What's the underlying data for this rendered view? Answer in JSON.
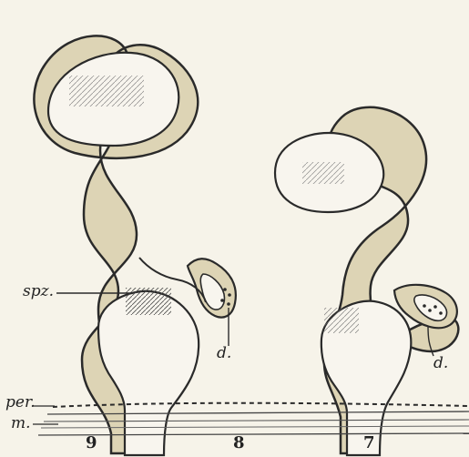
{
  "labels": {
    "spz": "spz.",
    "d_left": "d.",
    "d_right": "d.",
    "per": "per.",
    "m": "m.",
    "n9": "9",
    "n8": "8",
    "n7": "7"
  },
  "colors": {
    "background": "#f6f3e9",
    "tissue": "#ddd4b5",
    "outline": "#2a2a2a",
    "lumen": "#f8f5ee"
  }
}
